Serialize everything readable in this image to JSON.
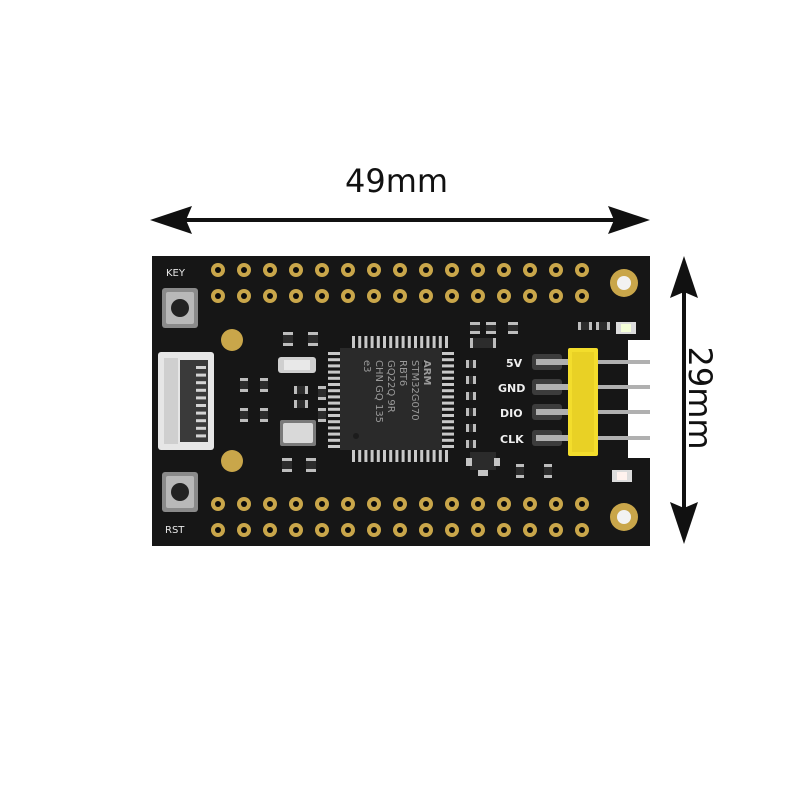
{
  "dimensions": {
    "width_label": "49mm",
    "height_label": "29mm"
  },
  "board": {
    "silkscreen": {
      "key": "KEY",
      "rst": "RST",
      "pin_5v": "5V",
      "pin_gnd": "GND",
      "pin_dio": "DIO",
      "pin_clk": "CLK"
    },
    "mcu_marking": [
      "ARM",
      "STM32G070",
      "RBT6",
      "GQ22Q 9R",
      "CHN GQ 135",
      "e3"
    ],
    "colors": {
      "pcb": "#161616",
      "pad": "#c9a64a",
      "header": "#f3dd2c",
      "pin": "#b0b0b0"
    }
  }
}
